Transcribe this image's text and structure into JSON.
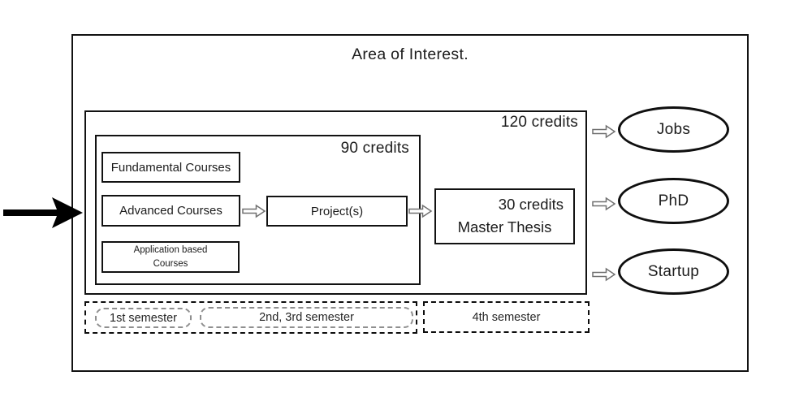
{
  "colors": {
    "line": "#121212",
    "text": "#1c1c1c",
    "inner_dashed": "#8f8f8f",
    "arrow_outline": "#707070",
    "background": "#ffffff"
  },
  "diagram": {
    "title": "Area of Interest.",
    "program": {
      "credits": "120 credits"
    },
    "courses": {
      "credits": "90 credits",
      "fundamental": "Fundamental Courses",
      "advanced": "Advanced Courses",
      "application_line1": "Application based",
      "application_line2": "Courses"
    },
    "project": "Project(s)",
    "thesis": {
      "credits": "30 credits",
      "title": "Master Thesis"
    },
    "outcomes": [
      {
        "label": "Jobs"
      },
      {
        "label": "PhD"
      },
      {
        "label": "Startup"
      }
    ],
    "semesters": {
      "first": "1st semester",
      "second_third": "2nd, 3rd semester",
      "fourth": "4th semester"
    },
    "icons": {
      "input_arrow": "solid-right-arrow",
      "flow_arrow": "hollow-right-arrow"
    }
  }
}
